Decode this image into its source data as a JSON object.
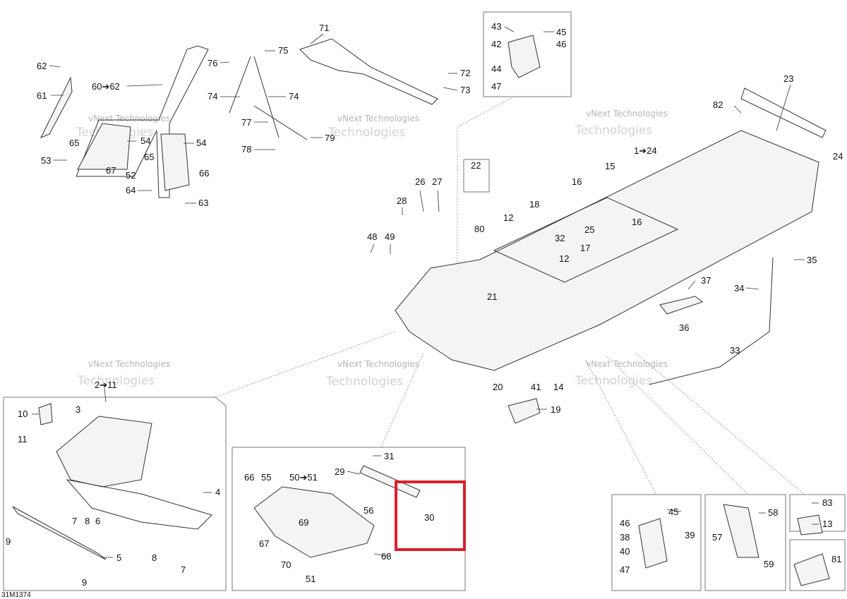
{
  "figure_id": "31M1374",
  "highlight_color": "#d9202a",
  "watermark": {
    "line1": "vNext Technologies",
    "line2": "Technologies"
  },
  "labels": [
    {
      "id": "l71",
      "text": "71"
    },
    {
      "id": "l72",
      "text": "72"
    },
    {
      "id": "l73",
      "text": "73"
    },
    {
      "id": "l75",
      "text": "75"
    },
    {
      "id": "l76",
      "text": "76"
    },
    {
      "id": "l74a",
      "text": "74"
    },
    {
      "id": "l74b",
      "text": "74"
    },
    {
      "id": "l77",
      "text": "77"
    },
    {
      "id": "l78",
      "text": "78"
    },
    {
      "id": "l79",
      "text": "79"
    },
    {
      "id": "l62",
      "text": "62"
    },
    {
      "id": "l61",
      "text": "61"
    },
    {
      "id": "l60",
      "text": "60➔62"
    },
    {
      "id": "l65a",
      "text": "65"
    },
    {
      "id": "l53",
      "text": "53"
    },
    {
      "id": "l54a",
      "text": "54"
    },
    {
      "id": "l54b",
      "text": "54"
    },
    {
      "id": "l67a",
      "text": "67"
    },
    {
      "id": "l65b",
      "text": "65"
    },
    {
      "id": "l52",
      "text": "52"
    },
    {
      "id": "l66a",
      "text": "66"
    },
    {
      "id": "l64",
      "text": "64"
    },
    {
      "id": "l63",
      "text": "63"
    },
    {
      "id": "l43a",
      "text": "43"
    },
    {
      "id": "l45a",
      "text": "45"
    },
    {
      "id": "l42",
      "text": "42"
    },
    {
      "id": "l46a",
      "text": "46"
    },
    {
      "id": "l44",
      "text": "44"
    },
    {
      "id": "l47a",
      "text": "47"
    },
    {
      "id": "l23",
      "text": "23"
    },
    {
      "id": "l82",
      "text": "82"
    },
    {
      "id": "l24a",
      "text": "24"
    },
    {
      "id": "l124",
      "text": "1➔24"
    },
    {
      "id": "l15",
      "text": "15"
    },
    {
      "id": "l16a",
      "text": "16"
    },
    {
      "id": "l16b",
      "text": "16"
    },
    {
      "id": "l22",
      "text": "22"
    },
    {
      "id": "l26",
      "text": "26"
    },
    {
      "id": "l27",
      "text": "27"
    },
    {
      "id": "l28",
      "text": "28"
    },
    {
      "id": "l18",
      "text": "18"
    },
    {
      "id": "l12a",
      "text": "12"
    },
    {
      "id": "l12b",
      "text": "12"
    },
    {
      "id": "l25",
      "text": "25"
    },
    {
      "id": "l32",
      "text": "32"
    },
    {
      "id": "l80",
      "text": "80"
    },
    {
      "id": "l48",
      "text": "48"
    },
    {
      "id": "l49",
      "text": "49"
    },
    {
      "id": "l17",
      "text": "17"
    },
    {
      "id": "l35",
      "text": "35"
    },
    {
      "id": "l37",
      "text": "37"
    },
    {
      "id": "l34",
      "text": "34"
    },
    {
      "id": "l21",
      "text": "21"
    },
    {
      "id": "l36",
      "text": "36"
    },
    {
      "id": "l33",
      "text": "33"
    },
    {
      "id": "l20",
      "text": "20"
    },
    {
      "id": "l41",
      "text": "41"
    },
    {
      "id": "l14",
      "text": "14"
    },
    {
      "id": "l19",
      "text": "19"
    },
    {
      "id": "l211",
      "text": "2➔11"
    },
    {
      "id": "l10",
      "text": "10"
    },
    {
      "id": "l3",
      "text": "3"
    },
    {
      "id": "l11",
      "text": "11"
    },
    {
      "id": "l4",
      "text": "4"
    },
    {
      "id": "l7a",
      "text": "7"
    },
    {
      "id": "l8a",
      "text": "8"
    },
    {
      "id": "l6",
      "text": "6"
    },
    {
      "id": "l9a",
      "text": "9"
    },
    {
      "id": "l5",
      "text": "5"
    },
    {
      "id": "l8b",
      "text": "8"
    },
    {
      "id": "l7b",
      "text": "7"
    },
    {
      "id": "l9b",
      "text": "9"
    },
    {
      "id": "l31",
      "text": "31"
    },
    {
      "id": "l29",
      "text": "29"
    },
    {
      "id": "l66b",
      "text": "66"
    },
    {
      "id": "l55",
      "text": "55"
    },
    {
      "id": "l5051",
      "text": "50➔51"
    },
    {
      "id": "l56",
      "text": "56"
    },
    {
      "id": "l30",
      "text": "30"
    },
    {
      "id": "l69",
      "text": "69"
    },
    {
      "id": "l67b",
      "text": "67"
    },
    {
      "id": "l70",
      "text": "70"
    },
    {
      "id": "l68",
      "text": "68"
    },
    {
      "id": "l51",
      "text": "51"
    },
    {
      "id": "l45b",
      "text": "45"
    },
    {
      "id": "l46b",
      "text": "46"
    },
    {
      "id": "l38",
      "text": "38"
    },
    {
      "id": "l39",
      "text": "39"
    },
    {
      "id": "l40",
      "text": "40"
    },
    {
      "id": "l47b",
      "text": "47"
    },
    {
      "id": "l58",
      "text": "58"
    },
    {
      "id": "l57",
      "text": "57"
    },
    {
      "id": "l59",
      "text": "59"
    },
    {
      "id": "l83",
      "text": "83"
    },
    {
      "id": "l13",
      "text": "13"
    },
    {
      "id": "l81",
      "text": "81"
    }
  ]
}
